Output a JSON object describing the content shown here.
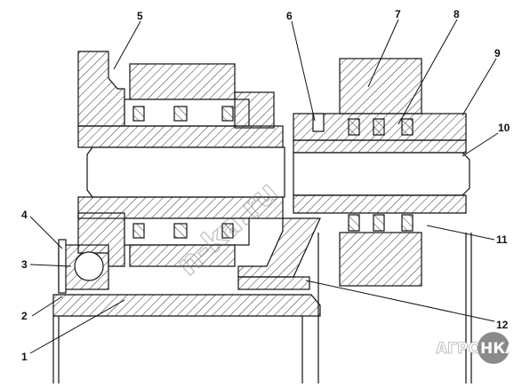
{
  "callouts": [
    {
      "id": "1",
      "label": "1"
    },
    {
      "id": "2",
      "label": "2"
    },
    {
      "id": "3",
      "label": "3"
    },
    {
      "id": "4",
      "label": "4"
    },
    {
      "id": "5",
      "label": "5"
    },
    {
      "id": "6",
      "label": "6"
    },
    {
      "id": "7",
      "label": "7"
    },
    {
      "id": "8",
      "label": "8"
    },
    {
      "id": "9",
      "label": "9"
    },
    {
      "id": "10",
      "label": "10"
    },
    {
      "id": "11",
      "label": "11"
    },
    {
      "id": "12",
      "label": "12"
    }
  ],
  "watermark": {
    "text": "n-ka.ru"
  },
  "logo": {
    "left_text": "АГРО",
    "badge_text": "НКА"
  },
  "colors": {
    "line": "#111111",
    "hatch": "#333333",
    "logo_badge": "#8a8a8a",
    "logo_text": "#ffffff"
  }
}
